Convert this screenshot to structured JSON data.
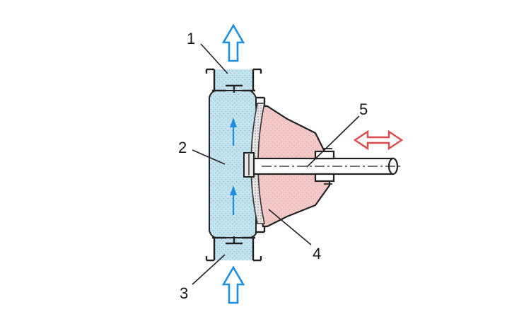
{
  "labels": {
    "l1": "1",
    "l2": "2",
    "l3": "3",
    "l4": "4",
    "l5": "5"
  },
  "colors": {
    "fluid": "#c5e3ef",
    "fluid_dots": "#8fc1d8",
    "drive_chamber": "#f3c9c9",
    "flow_arrow": "#1e8fe0",
    "motion_arrow": "#e04a4a",
    "outline": "#222222",
    "diaphragm": "#d9d9d9"
  },
  "icons": {
    "outlet": "up-hollow-arrow-icon",
    "inlet": "up-hollow-arrow-icon",
    "flow": "up-arrow-icon",
    "stroke": "double-headed-arrow-icon"
  }
}
